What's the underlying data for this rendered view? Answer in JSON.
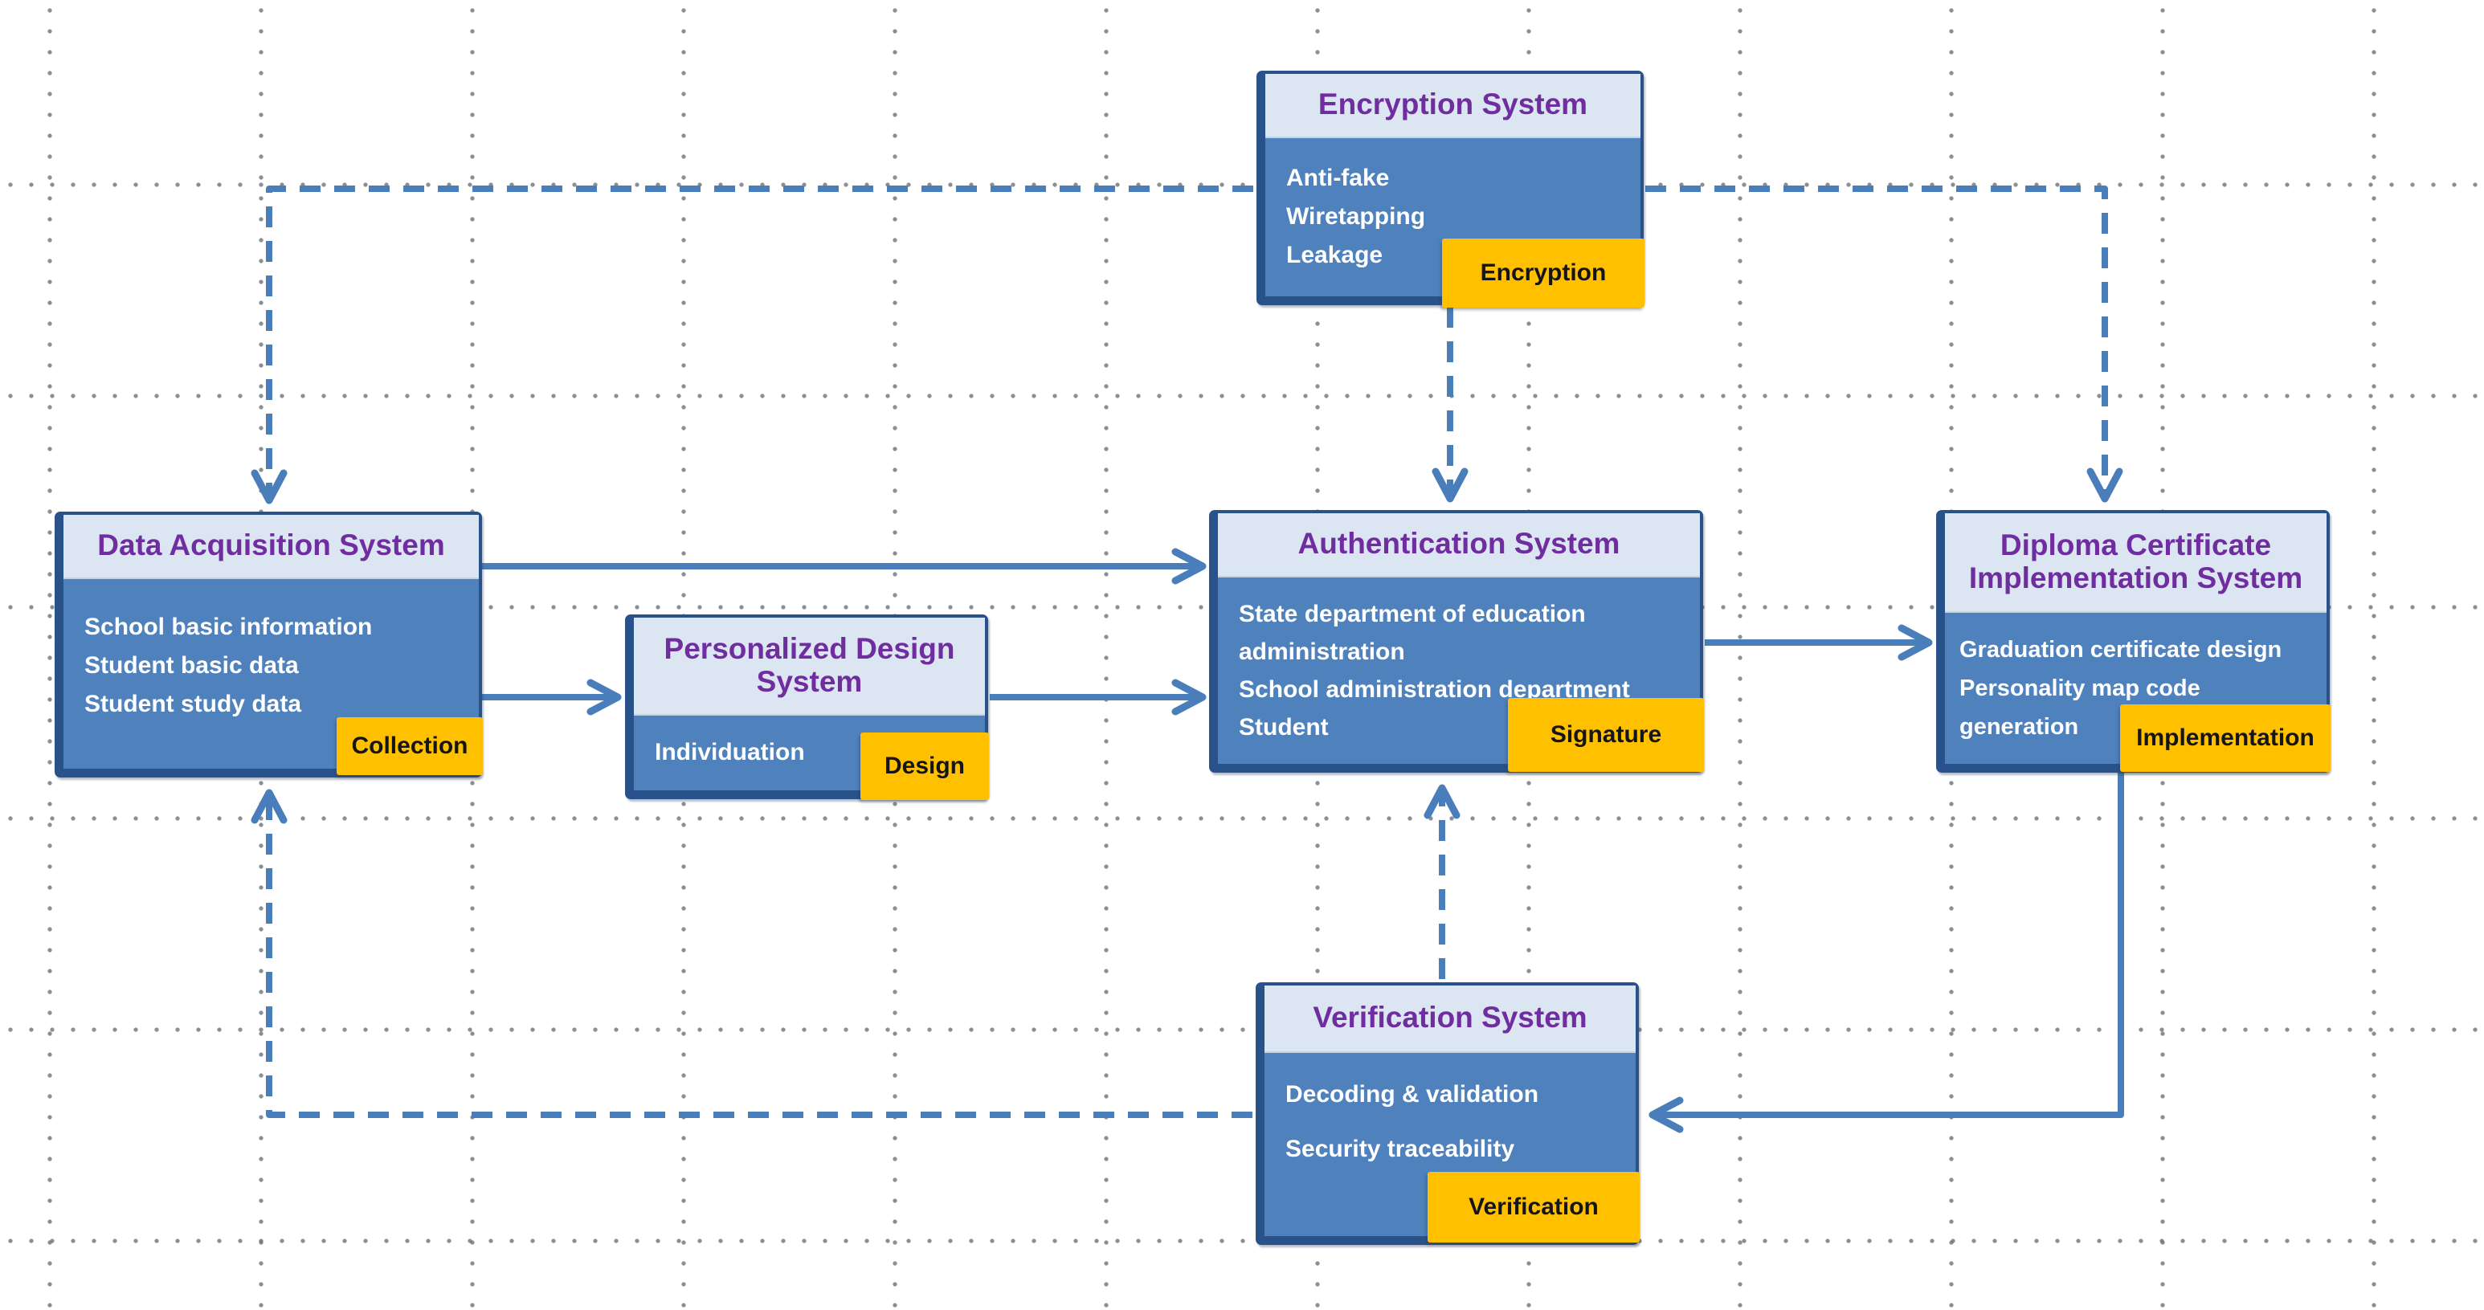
{
  "colors": {
    "title_purple": "#6f2da0",
    "header_fill": "#dce6f2",
    "body_fill": "#4f81bd",
    "box_border": "#29528a",
    "tag_yellow": "#ffc000",
    "arrow_blue": "#4a7ebb",
    "body_text": "#ffffff",
    "tag_text": "#151515"
  },
  "boxes": {
    "encryption": {
      "title": "Encryption System",
      "items": [
        "Anti-fake",
        "Wiretapping",
        "Leakage"
      ],
      "tag": "Encryption"
    },
    "data_acquisition": {
      "title": "Data Acquisition System",
      "items": [
        "School basic information",
        "Student basic data",
        "Student study data"
      ],
      "tag": "Collection"
    },
    "personalized_design": {
      "title": "Personalized Design System",
      "items": [
        "Individuation"
      ],
      "tag": "Design"
    },
    "authentication": {
      "title": "Authentication System",
      "items": [
        "State department of education administration",
        "School administration department",
        "Student"
      ],
      "tag": "Signature"
    },
    "diploma": {
      "title": "Diploma Certificate Implementation System",
      "items": [
        "Graduation certificate design",
        "Personality map code generation"
      ],
      "tag": "Implementation"
    },
    "verification": {
      "title": "Verification System",
      "items": [
        "Decoding & validation",
        "Security traceability"
      ],
      "tag": "Verification"
    }
  },
  "connections": [
    {
      "from": "encryption",
      "to": "data_acquisition",
      "style": "dashed"
    },
    {
      "from": "encryption",
      "to": "authentication",
      "style": "dashed"
    },
    {
      "from": "encryption",
      "to": "diploma",
      "style": "dashed"
    },
    {
      "from": "data_acquisition",
      "to": "authentication",
      "style": "solid"
    },
    {
      "from": "data_acquisition",
      "to": "personalized_design",
      "style": "solid"
    },
    {
      "from": "personalized_design",
      "to": "authentication",
      "style": "solid"
    },
    {
      "from": "authentication",
      "to": "diploma",
      "style": "solid"
    },
    {
      "from": "diploma",
      "to": "verification",
      "style": "solid"
    },
    {
      "from": "verification",
      "to": "authentication",
      "style": "dashed"
    },
    {
      "from": "verification",
      "to": "data_acquisition",
      "style": "dashed"
    }
  ]
}
